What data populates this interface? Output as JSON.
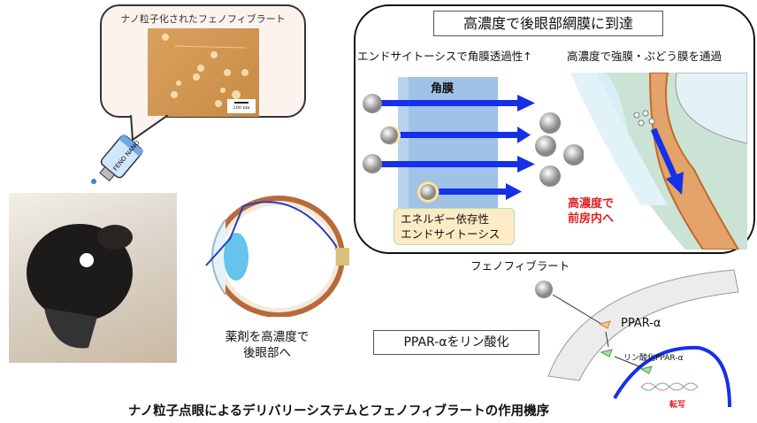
{
  "bubble": {
    "title": "ナノ粒子化されたフェノフィブラート",
    "scale_bar": "200 nm"
  },
  "bottle": {
    "label": "FENO NANO"
  },
  "eye": {
    "caption_line1": "薬剤を高濃度で",
    "caption_line2": "後眼部へ"
  },
  "panel": {
    "title": "高濃度で後眼部網膜に到達",
    "left_heading": "エンドサイトーシスで角膜透過性↑",
    "right_heading": "高濃度で強膜・ぶどう膜を通過",
    "cornea_label": "角膜",
    "endo_line1": "エネルギー依存性",
    "endo_line2": "エンドサイトーシス",
    "red_line1": "高濃度で",
    "red_line2": "前房内へ"
  },
  "mechanism": {
    "drug_label": "フェノフィブラート",
    "ppar_label": "PPAR-α",
    "phospho_label": "リン酸化PPAR-α",
    "transcription_label": "転写",
    "box_label": "PPAR-αをリン酸化"
  },
  "caption": "ナノ粒子点眼によるデリバリーシステムとフェノフィブラートの作用機序",
  "colors": {
    "arrow": "#1530e8",
    "red": "#e02020",
    "cornea": "#9fc2e6",
    "endo_box": "#fcebc4"
  }
}
